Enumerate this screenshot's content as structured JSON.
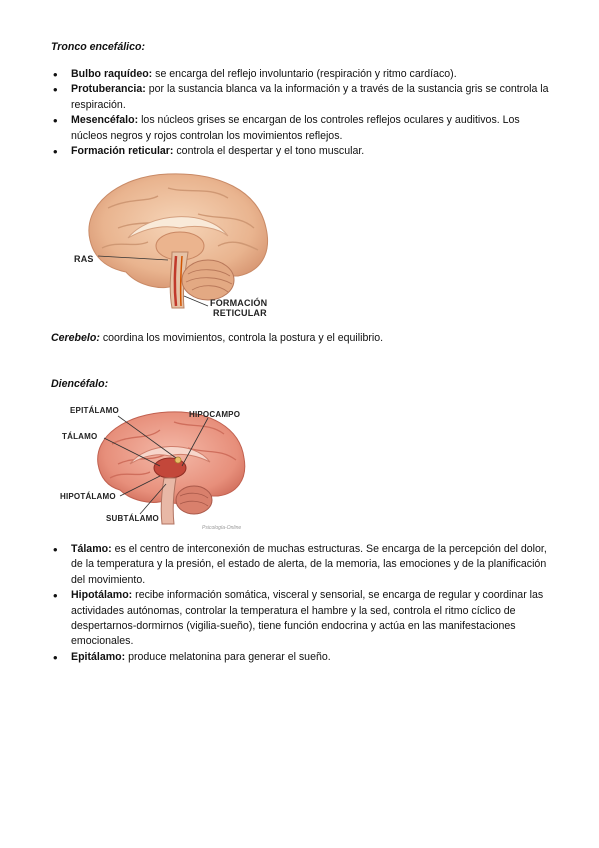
{
  "tronco": {
    "heading": "Tronco encefálico:",
    "items": [
      {
        "term": "Bulbo raquídeo:",
        "text": " se encarga del reflejo involuntario (respiración y ritmo cardíaco)."
      },
      {
        "term": "Protuberancia:",
        "text": " por la sustancia blanca va la información y a través de la sustancia gris se controla la respiración."
      },
      {
        "term": "Mesencéfalo:",
        "text": " los núcleos grises se encargan de los controles reflejos oculares y auditivos. Los núcleos negros y rojos controlan los movimientos reflejos."
      },
      {
        "term": "Formación reticular:",
        "text": " controla el despertar y el tono muscular."
      }
    ]
  },
  "figure1": {
    "label_ras": "RAS",
    "label_formacion_1": "FORMACIÓN",
    "label_formacion_2": "RETICULAR"
  },
  "cerebelo": {
    "term": "Cerebelo:",
    "text": " coordina los movimientos, controla la postura y el equilibrio."
  },
  "diencefalo": {
    "heading": "Diencéfalo:",
    "items": [
      {
        "term": "Tálamo:",
        "text": " es el centro de interconexión de muchas estructuras. Se encarga de la percepción del dolor, de la temperatura y la presión, el estado de alerta, de la memoria, las emociones y de la planificación del movimiento."
      },
      {
        "term": "Hipotálamo:",
        "text": " recibe información somática, visceral y sensorial, se encarga de regular y coordinar las actividades autónomas, controlar la temperatura el hambre y la sed, controla el ritmo cíclico de despertarnos-dormirnos (vigilia-sueño), tiene función endocrina y actúa en las manifestaciones emocionales."
      },
      {
        "term": "Epitálamo:",
        "text": " produce melatonina para generar el sueño."
      }
    ]
  },
  "figure2": {
    "label_epitalamo": "EPITÁLAMO",
    "label_hipocampo": "HIPOCAMPO",
    "label_talamo": "TÁLAMO",
    "label_hipotalamo": "HIPOTÁLAMO",
    "label_subtalamo": "SUBTÁLAMO",
    "credit": "Psicología-Online"
  }
}
